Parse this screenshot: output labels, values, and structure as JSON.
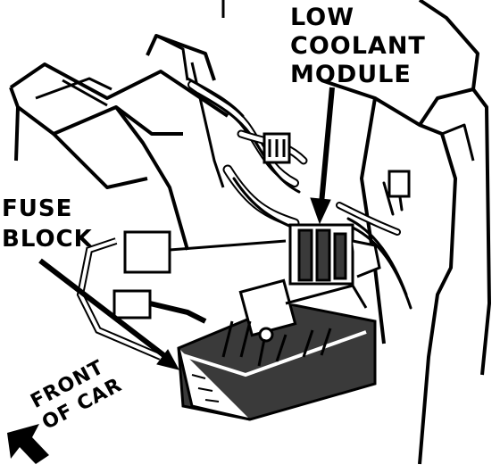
{
  "labels": {
    "low_coolant_module": [
      "LOW",
      "COOLANT",
      "MODULE"
    ],
    "fuse_block": [
      "FUSE",
      "BLOCK"
    ],
    "front_of_car": [
      "FRONT",
      "OF CAR"
    ]
  },
  "colors": {
    "ink": "#000000",
    "paper": "#ffffff",
    "shade": "#3a3a3a"
  }
}
